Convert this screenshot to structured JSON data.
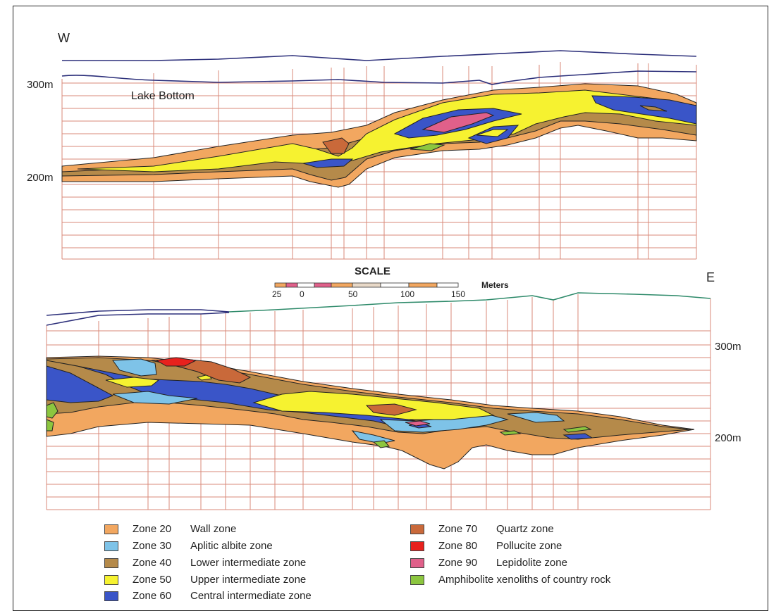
{
  "labels": {
    "west": "W",
    "east": "E",
    "lake_bottom": "Lake Bottom",
    "top_300m": "300m",
    "top_200m": "200m",
    "bottom_300m": "300m",
    "bottom_200m": "200m"
  },
  "scale": {
    "title": "SCALE",
    "unit": "Meters",
    "ticks": [
      "25",
      "0",
      "50",
      "100",
      "150"
    ]
  },
  "legend": [
    {
      "zone": "Zone 20",
      "desc": "Wall zone",
      "color": "#f2a760"
    },
    {
      "zone": "Zone 30",
      "desc": "Aplitic albite zone",
      "color": "#7ec3e8"
    },
    {
      "zone": "Zone 40",
      "desc": "Lower intermediate zone",
      "color": "#b58a4a"
    },
    {
      "zone": "Zone 50",
      "desc": "Upper intermediate zone",
      "color": "#f6f230"
    },
    {
      "zone": "Zone 60",
      "desc": "Central intermediate zone",
      "color": "#3a55c8"
    },
    {
      "zone": "Zone 70",
      "desc": "Quartz zone",
      "color": "#c9693a"
    },
    {
      "zone": "Zone 80",
      "desc": "Pollucite zone",
      "color": "#e8211d"
    },
    {
      "zone": "Zone 90",
      "desc": "Lepidolite zone",
      "color": "#e0608a"
    },
    {
      "zone": "",
      "desc": "Amphibolite  xenoliths of country rock",
      "color": "#8cc63f"
    }
  ],
  "colors": {
    "grid": "#d98a7a",
    "surface": "#2c2f7a",
    "surface_green": "#2e8a6a"
  }
}
